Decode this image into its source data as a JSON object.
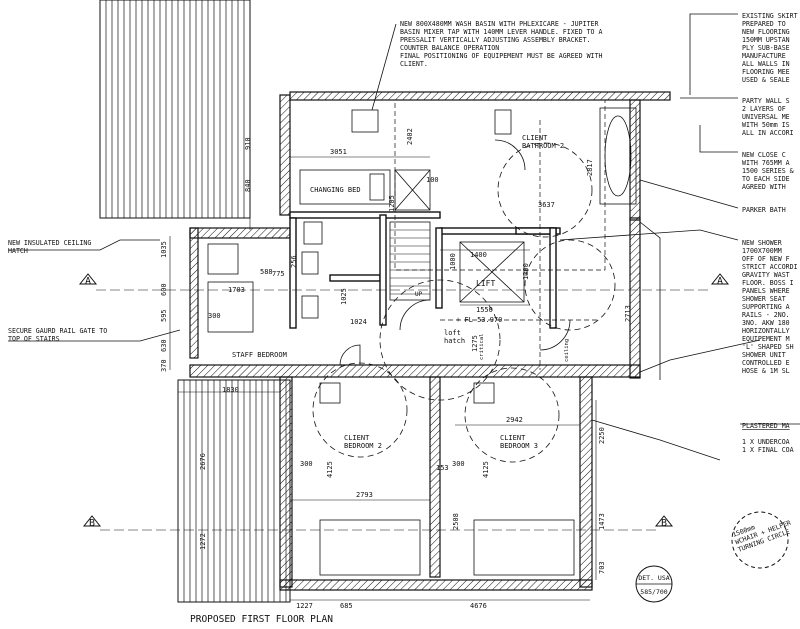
{
  "title": "PROPOSED FIRST FLOOR PLAN",
  "rooms": {
    "client_bathroom": "CLIENT\nBATHROOM 2",
    "client_bedroom_2": "CLIENT\nBEDROOM 2",
    "client_bedroom_3": "CLIENT\nBEDROOM 3",
    "staff_bedroom": "STAFF BEDROOM",
    "changing_bed": "CHANGING BED",
    "lift": "LIFT",
    "loft_hatch": "loft\nhatch",
    "up": "UP"
  },
  "notes": {
    "wash_basin": "NEW 800X480MM WASH BASIN WITH PHLEXICARE - JUPITER\nBASIN MIXER TAP WITH 140MM LEVER HANDLE. FIXED TO A\nPRESSALIT VERTICALLY ADJUSTING ASSEMBLY BRACKET.\nCOUNTER BALANCE OPERATION\nFINAL POSITIONING OF EQUIPEMENT MUST BE AGREED WITH\nCLIENT.",
    "existing_skirt": "EXISTING SKIRT\nPREPARED TO\nNEW FLOORING\n150MM UPSTAN\nPLY SUB-BASE\nMANUFACTURE\nALL WALLS IN\nFLOORING MEE\nUSED & SEALE",
    "party_wall": "PARTY WALL S\n2 LAYERS OF\nUNIVERSAL ME\nWITH 50mm IS\nALL IN ACCORI",
    "new_close": "NEW CLOSE C\nWITH 765MM A\n1500 SERIES &\nTO EACH SIDE\nAGREED WITH",
    "parker_bath": "PARKER BATH",
    "new_shower": "NEW SHOWER\n1700X700MM\nOFF OF NEW F\nSTRICT ACCORDI\nGRAVITY WAST\nFLOOR. BOSS I\nPANELS WHERE\nSHOWER SEAT\nSUPPORTING A\nRAILS - 2NO.\n3NO. AKW 180\nHORIZONTALLY\nEQUIPEMENT M\n'L' SHAPED SH\nSHOWER UNIT\nCONTROLLED E\nHOSE & 1M SL",
    "insulated_ceiling": "NEW INSULATED CEILING\nHATCH",
    "secure_gate": "SECURE GAURD RAIL GATE TO\nTOP OF STAIRS",
    "plastered_heading": "PLASTERED MA",
    "plastered_items": "1 X UNDERCOA\n1 X FINAL COA"
  },
  "markers": {
    "section_a": "A",
    "section_b": "B",
    "fl_level": "+ FL 53.970",
    "det_label": "DET. USA",
    "det_ref": "585/700",
    "turning_circle": "1500mm\nWCHAIR + HELPER\nTURNING CIRCLE",
    "critical": "critical",
    "ceiling": "ceiling"
  },
  "dimensions": {
    "d3051": "3051",
    "d2402": "2402",
    "d910": "910",
    "d840": "840",
    "d1035": "1035",
    "d2817": "2817",
    "d3637": "3637",
    "d1400": "1400",
    "d1300": "1300",
    "d1550": "1550",
    "d1000": "1000",
    "d1703": "1703",
    "d775": "775",
    "d600": "600",
    "d595": "595",
    "d630": "630",
    "d370": "370",
    "d1025": "1025",
    "d1024": "1024",
    "d1275": "1275",
    "d2713": "2713",
    "d1830": "1830",
    "d2676": "2676",
    "d1272": "1272",
    "d4125a": "4125",
    "d4125b": "4125",
    "d300a": "300",
    "d300b": "300",
    "d300c": "300",
    "d153": "153",
    "d2793": "2793",
    "d2508": "2508",
    "d2942": "2942",
    "d2250": "2250",
    "d1473": "1473",
    "d703": "703",
    "d1227": "1227",
    "d685": "685",
    "d4676": "4676",
    "d100": "100",
    "d1205": "1205",
    "d256": "256",
    "d588": "588"
  }
}
